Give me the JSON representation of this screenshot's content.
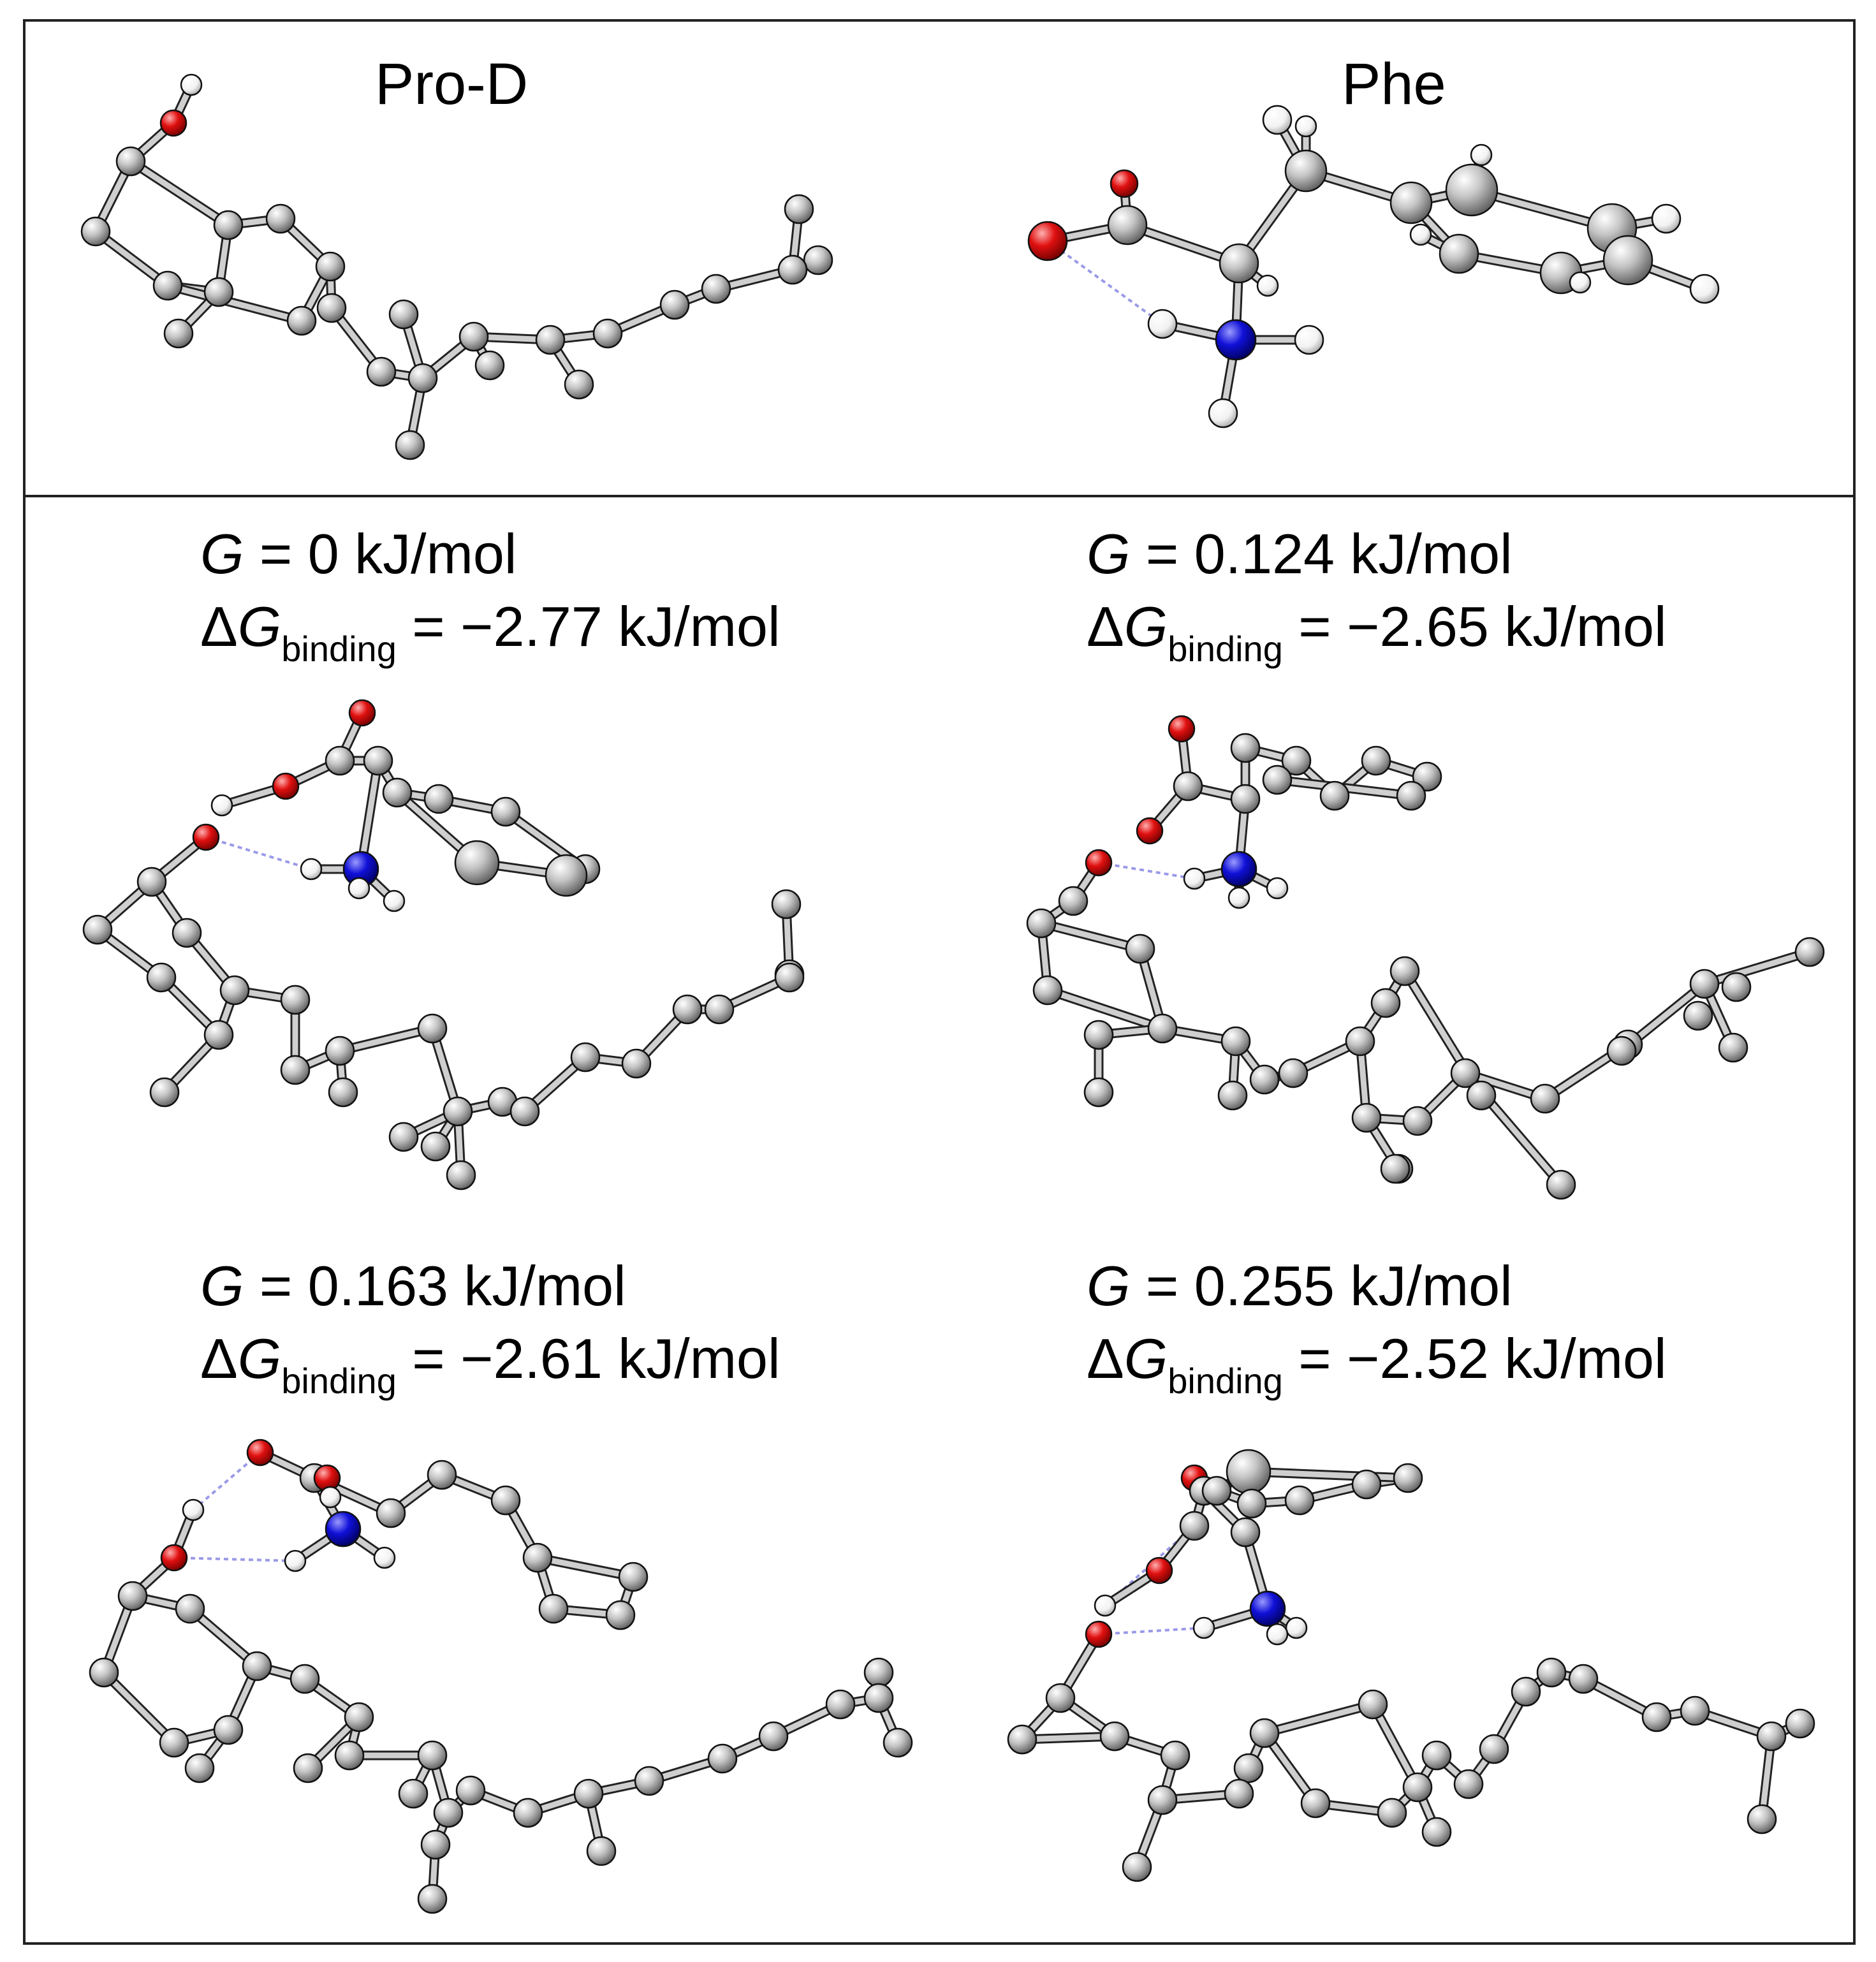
{
  "molecules": {
    "prod_label": "Pro-D",
    "phe_label": "Phe"
  },
  "conformers": [
    {
      "g_label": "G",
      "g_value": "= 0 kJ/mol",
      "dg_delta": "Δ",
      "dg_label": "G",
      "dg_sub": "binding",
      "dg_value": "= −2.77 kJ/mol"
    },
    {
      "g_label": "G",
      "g_value": "= 0.124 kJ/mol",
      "dg_delta": "Δ",
      "dg_label": "G",
      "dg_sub": "binding",
      "dg_value": "= −2.65 kJ/mol"
    },
    {
      "g_label": "G",
      "g_value": "= 0.163 kJ/mol",
      "dg_delta": "Δ",
      "dg_label": "G",
      "dg_sub": "binding",
      "dg_value": "= −2.61 kJ/mol"
    },
    {
      "g_label": "G",
      "g_value": "= 0.255 kJ/mol",
      "dg_delta": "Δ",
      "dg_label": "G",
      "dg_sub": "binding",
      "dg_value": "= −2.52 kJ/mol"
    }
  ],
  "colors": {
    "carbon": "#b8b8b8",
    "oxygen": "#e01010",
    "nitrogen": "#1010d8",
    "hydrogen": "#f4f4f4",
    "bond": "#cfcfcf",
    "hbond": "#9a9ae8"
  }
}
